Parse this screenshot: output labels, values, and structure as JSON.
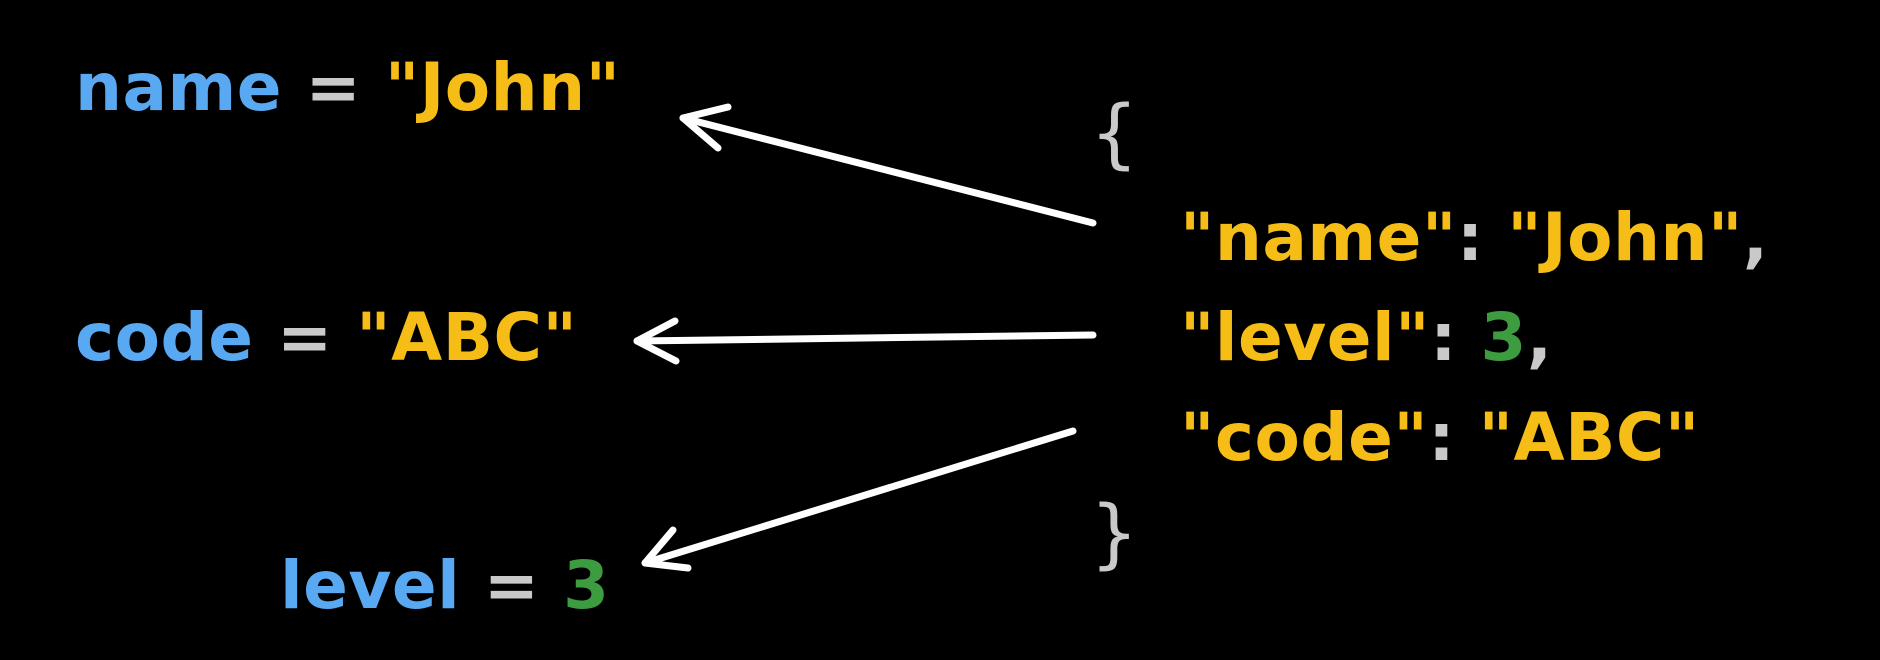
{
  "variables": {
    "name": {
      "var": "name",
      "eq": "=",
      "value": "\"John\""
    },
    "code": {
      "var": "code",
      "eq": "=",
      "value": "\"ABC\""
    },
    "level": {
      "var": "level",
      "eq": "=",
      "value": "3"
    }
  },
  "json_object": {
    "open_brace": "{",
    "close_brace": "}",
    "lines": {
      "name": {
        "key": "\"name\"",
        "colon": ":",
        "value": "\"John\"",
        "comma": ","
      },
      "level": {
        "key": "\"level\"",
        "colon": ":",
        "value": "3",
        "comma": ","
      },
      "code": {
        "key": "\"code\"",
        "colon": ":",
        "value": "\"ABC\""
      }
    }
  },
  "colors": {
    "background": "#000000",
    "variable": "#58a8f2",
    "string": "#f6bd16",
    "number": "#3d9b40",
    "punctuation": "#c9c9c9",
    "arrow": "#ffffff"
  }
}
